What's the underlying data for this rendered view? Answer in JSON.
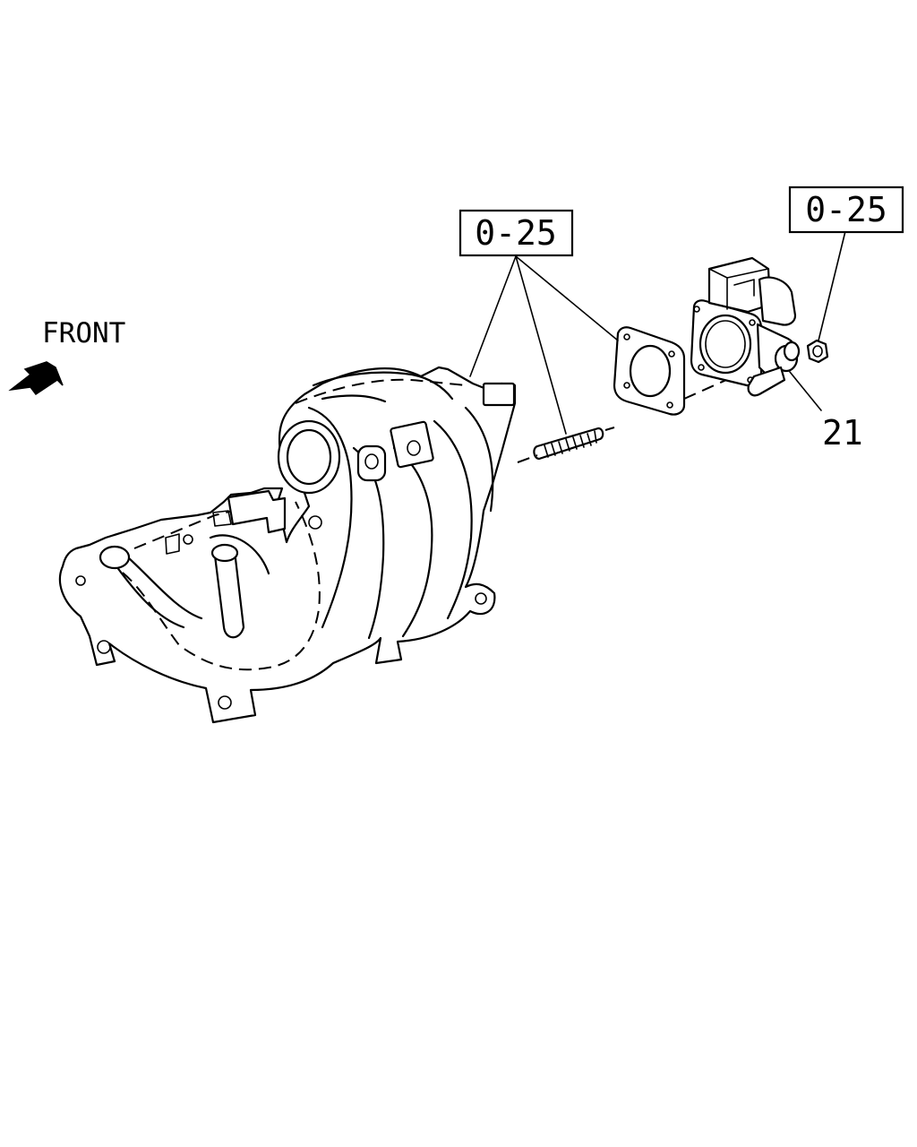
{
  "orientation": {
    "label": "FRONT"
  },
  "callouts": {
    "ref_left": "0-25",
    "ref_right": "0-25",
    "part_number": "21"
  }
}
